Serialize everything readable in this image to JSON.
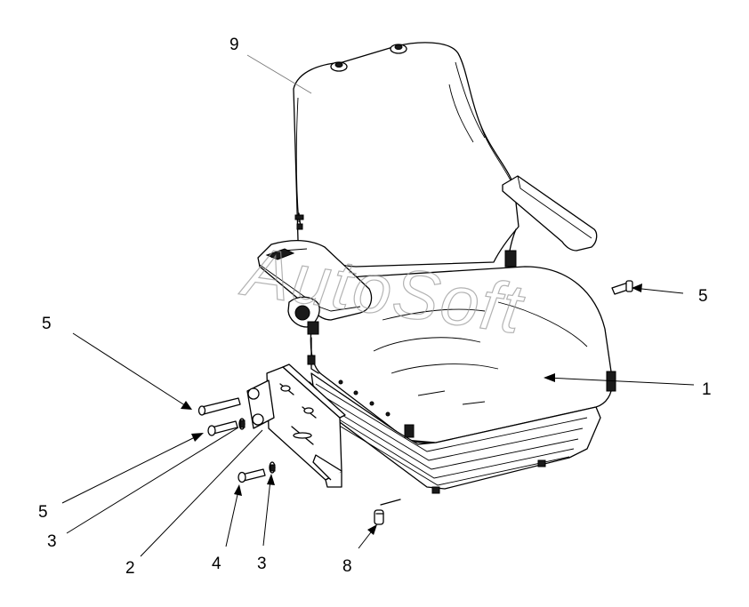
{
  "diagram": {
    "watermark_text": "AutoSoft",
    "callouts": [
      {
        "id": "1",
        "label": "1"
      },
      {
        "id": "2",
        "label": "2"
      },
      {
        "id": "3a",
        "label": "3"
      },
      {
        "id": "3b",
        "label": "3"
      },
      {
        "id": "4",
        "label": "4"
      },
      {
        "id": "5a",
        "label": "5"
      },
      {
        "id": "5b",
        "label": "5"
      },
      {
        "id": "5c",
        "label": "5"
      },
      {
        "id": "8",
        "label": "8"
      },
      {
        "id": "9",
        "label": "9"
      }
    ]
  }
}
